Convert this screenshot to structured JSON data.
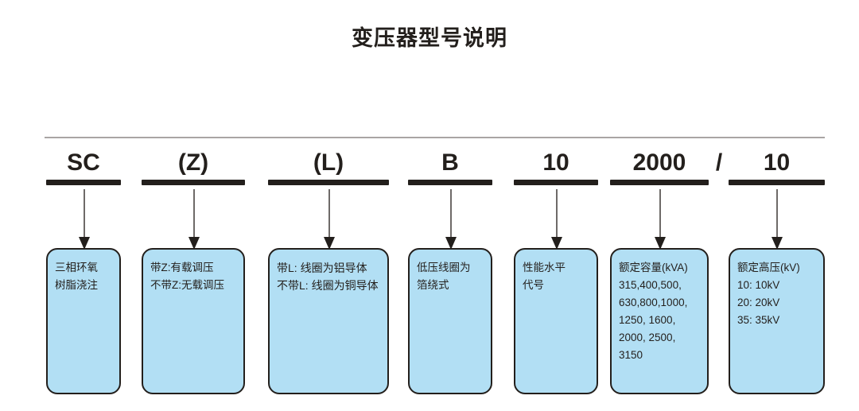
{
  "title": "变压器型号说明",
  "diagram": {
    "type": "model-code-breakdown",
    "separator_symbol": "/",
    "box_fill_color": "#b2dff4",
    "box_border_color": "#231f1c",
    "rule_color": "#a9a5a4",
    "segments": [
      {
        "code": "SC",
        "has_underline": true,
        "lines": [
          "三相环氧",
          "树脂浇注"
        ]
      },
      {
        "code": "(Z)",
        "has_underline": true,
        "lines": [
          "带Z:有载调压",
          "不带Z:无载调压"
        ]
      },
      {
        "code": "(L)",
        "has_underline": true,
        "lines": [
          "带L: 线圈为铝导体",
          "不带L: 线圈为铜导体"
        ]
      },
      {
        "code": "B",
        "has_underline": true,
        "lines": [
          "低压线圈为",
          "箔绕式"
        ]
      },
      {
        "code": "10",
        "has_underline": true,
        "lines": [
          "性能水平",
          "代号"
        ]
      },
      {
        "code": "2000",
        "has_underline": true,
        "lines": [
          "额定容量(kVA)",
          "315,400,500,",
          "630,800,1000,",
          "1250, 1600,",
          "2000, 2500,",
          "3150"
        ]
      },
      {
        "code": "/",
        "has_underline": false,
        "lines": []
      },
      {
        "code": "10",
        "has_underline": true,
        "lines": [
          "额定高压(kV)",
          "10: 10kV",
          "20: 20kV",
          "35: 35kV"
        ]
      }
    ]
  }
}
